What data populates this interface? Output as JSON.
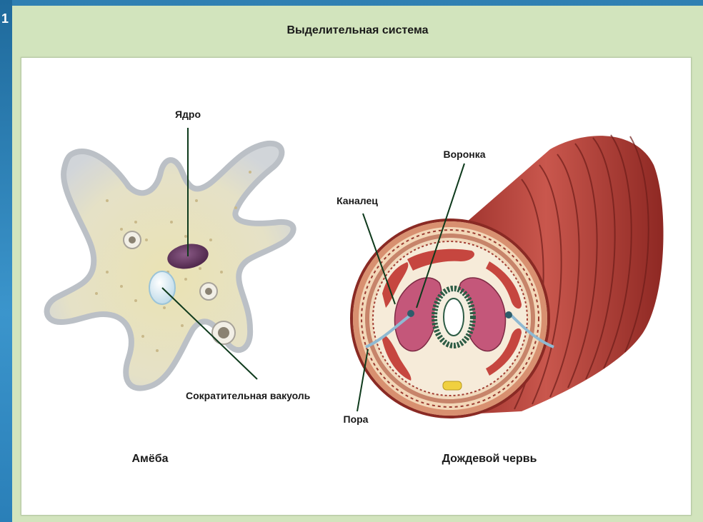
{
  "corner_glyph": "1",
  "title": "Выделительная система",
  "amoeba": {
    "caption": "Амёба",
    "labels": {
      "nucleus": "Ядро",
      "vacuole": "Сократительная вакуоль"
    }
  },
  "worm": {
    "caption": "Дождевой червь",
    "labels": {
      "funnel": "Воронка",
      "canal": "Каналец",
      "pore": "Пора"
    }
  },
  "colors": {
    "panel": "#d2e4bd",
    "background": "#3f93c6",
    "worm_body": "#b9463c",
    "amoeba_body": "#e6e2c0"
  }
}
